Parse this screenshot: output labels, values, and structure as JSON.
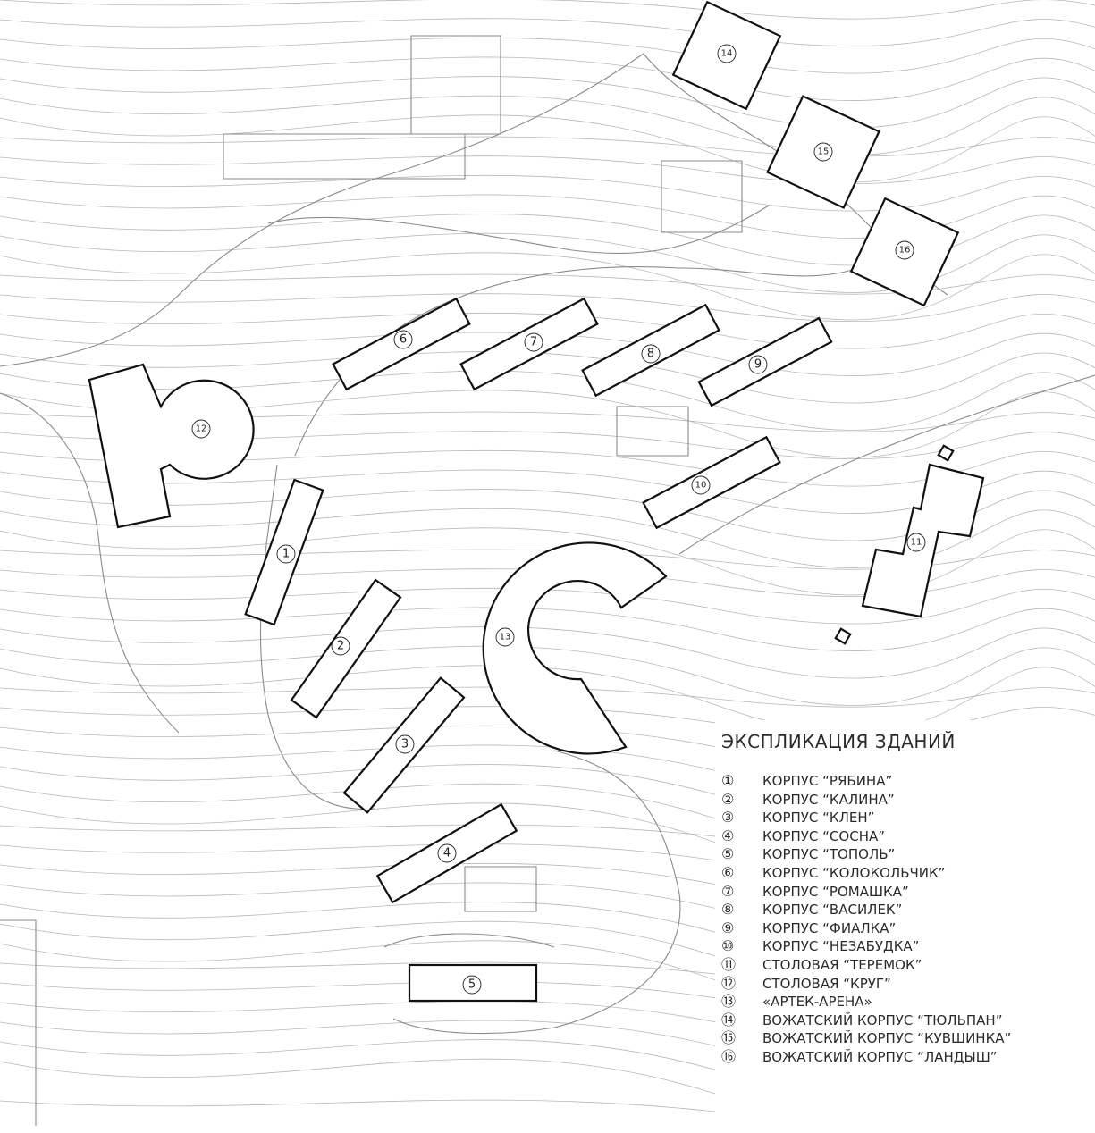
{
  "map": {
    "markers": [
      "1",
      "2",
      "3",
      "4",
      "5",
      "6",
      "7",
      "8",
      "9",
      "10",
      "11",
      "12",
      "13",
      "14",
      "15",
      "16"
    ]
  },
  "legend": {
    "title": "ЭКСПЛИКАЦИЯ ЗДАНИЙ",
    "items": [
      {
        "num": "①",
        "name": "КОРПУС “РЯБИНА”"
      },
      {
        "num": "②",
        "name": "КОРПУС “КАЛИНА”"
      },
      {
        "num": "③",
        "name": "КОРПУС “КЛЕН”"
      },
      {
        "num": "④",
        "name": "КОРПУС “СОСНА”"
      },
      {
        "num": "⑤",
        "name": "КОРПУС “ТОПОЛЬ”"
      },
      {
        "num": "⑥",
        "name": "КОРПУС “КОЛОКОЛЬЧИК”"
      },
      {
        "num": "⑦",
        "name": "КОРПУС “РОМАШКА”"
      },
      {
        "num": "⑧",
        "name": "КОРПУС “ВАСИЛЕК”"
      },
      {
        "num": "⑨",
        "name": "КОРПУС “ФИАЛКА”"
      },
      {
        "num": "⑩",
        "name": "КОРПУС “НЕЗАБУДКА”"
      },
      {
        "num": "⑪",
        "name": "СТОЛОВАЯ “ТЕРЕМОК”"
      },
      {
        "num": "⑫",
        "name": "СТОЛОВАЯ “КРУГ”"
      },
      {
        "num": "⑬",
        "name": "«АРТЕК-АРЕНА»"
      },
      {
        "num": "⑭",
        "name": "ВОЖАТСКИЙ КОРПУС “ТЮЛЬПАН”"
      },
      {
        "num": "⑮",
        "name": "ВОЖАТСКИЙ КОРПУС “КУВШИНКА”"
      },
      {
        "num": "⑯",
        "name": "ВОЖАТСКИЙ КОРПУС “ЛАНДЫШ”"
      }
    ]
  }
}
